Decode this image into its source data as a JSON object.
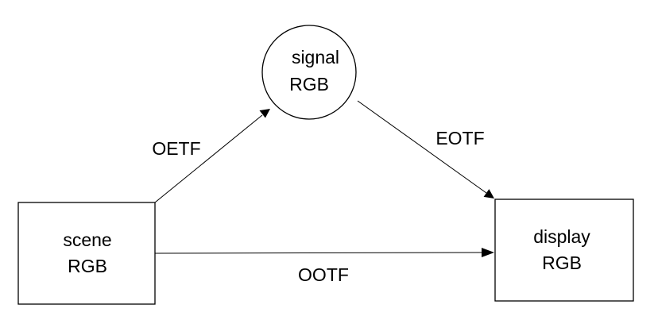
{
  "nodes": {
    "signal": {
      "line1": "signal",
      "line2": "RGB"
    },
    "scene": {
      "line1": "scene",
      "line2": "RGB"
    },
    "display": {
      "line1": "display",
      "line2": "RGB"
    }
  },
  "edges": {
    "oetf": {
      "label": "OETF"
    },
    "eotf": {
      "label": "EOTF"
    },
    "ootf": {
      "label": "OOTF"
    }
  },
  "colors": {
    "stroke": "#000000",
    "background": "#ffffff"
  }
}
